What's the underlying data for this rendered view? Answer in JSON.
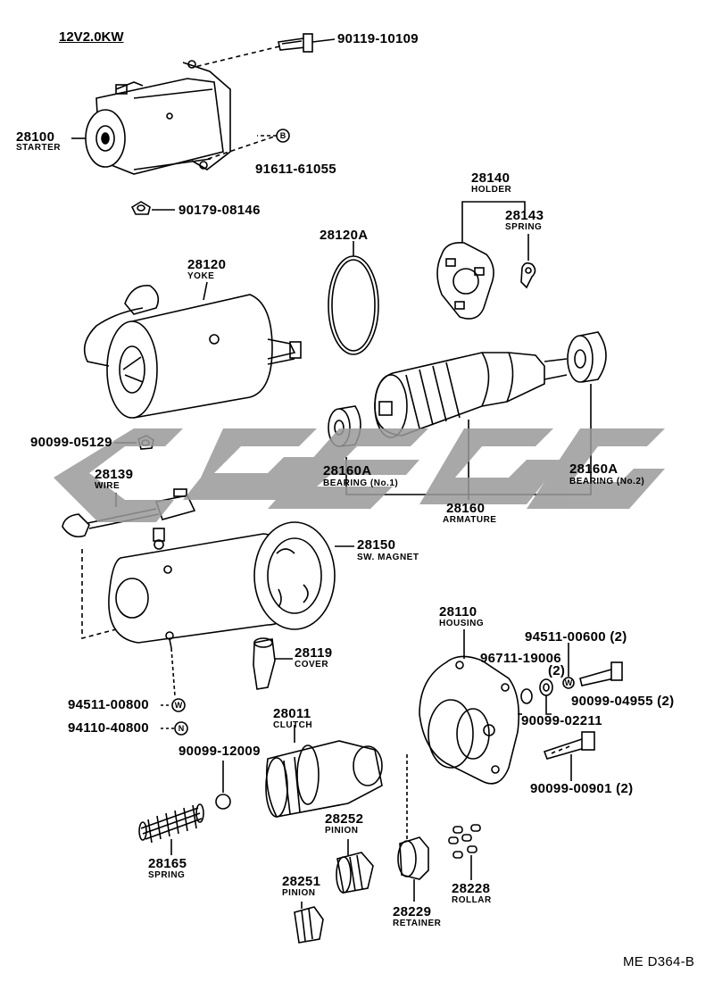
{
  "header": {
    "spec": "12V2.0KW"
  },
  "footer": {
    "code": "ME D364-B"
  },
  "parts": {
    "p28100": {
      "number": "28100",
      "name": "STARTER"
    },
    "p90119": {
      "number": "90119-10109"
    },
    "p91611": {
      "number": "91611-61055"
    },
    "p90179": {
      "number": "90179-08146"
    },
    "p28140": {
      "number": "28140",
      "name": "HOLDER"
    },
    "p28143": {
      "number": "28143",
      "name": "SPRING"
    },
    "p28120A": {
      "number": "28120A"
    },
    "p28120": {
      "number": "28120",
      "name": "YOKE"
    },
    "p90099_05129": {
      "number": "90099-05129"
    },
    "p28139": {
      "number": "28139",
      "name": "WIRE"
    },
    "p28160A_1": {
      "number": "28160A",
      "name": "BEARING (No.1)"
    },
    "p28160A_2": {
      "number": "28160A",
      "name": "BEARING (No.2)"
    },
    "p28160": {
      "number": "28160",
      "name": "ARMATURE"
    },
    "p28150": {
      "number": "28150",
      "name": "SW. MAGNET"
    },
    "p28110": {
      "number": "28110",
      "name": "HOUSING"
    },
    "p94511_00600": {
      "number": "94511-00600 (2)"
    },
    "p96711": {
      "number": "96711-19006"
    },
    "p96711_qty": {
      "number": "(2)"
    },
    "p90099_04955": {
      "number": "90099-04955 (2)"
    },
    "p90099_02211": {
      "number": "90099-02211"
    },
    "p28119": {
      "number": "28119",
      "name": "COVER"
    },
    "p94511_00800": {
      "number": "94511-00800"
    },
    "p94110": {
      "number": "94110-40800"
    },
    "p28011": {
      "number": "28011",
      "name": "CLUTCH"
    },
    "p90099_12009": {
      "number": "90099-12009"
    },
    "p90099_00901": {
      "number": "90099-00901 (2)"
    },
    "p28252": {
      "number": "28252",
      "name": "PINION"
    },
    "p28165": {
      "number": "28165",
      "name": "SPRING"
    },
    "p28251": {
      "number": "28251",
      "name": "PINION"
    },
    "p28229": {
      "number": "28229",
      "name": "RETAINER"
    },
    "p28228": {
      "number": "28228",
      "name": "ROLLAR"
    }
  },
  "symbols": {
    "B": "B",
    "W": "W",
    "N": "N"
  },
  "colors": {
    "ink": "#000000",
    "watermark": "#9a9a9a",
    "background": "#ffffff"
  }
}
